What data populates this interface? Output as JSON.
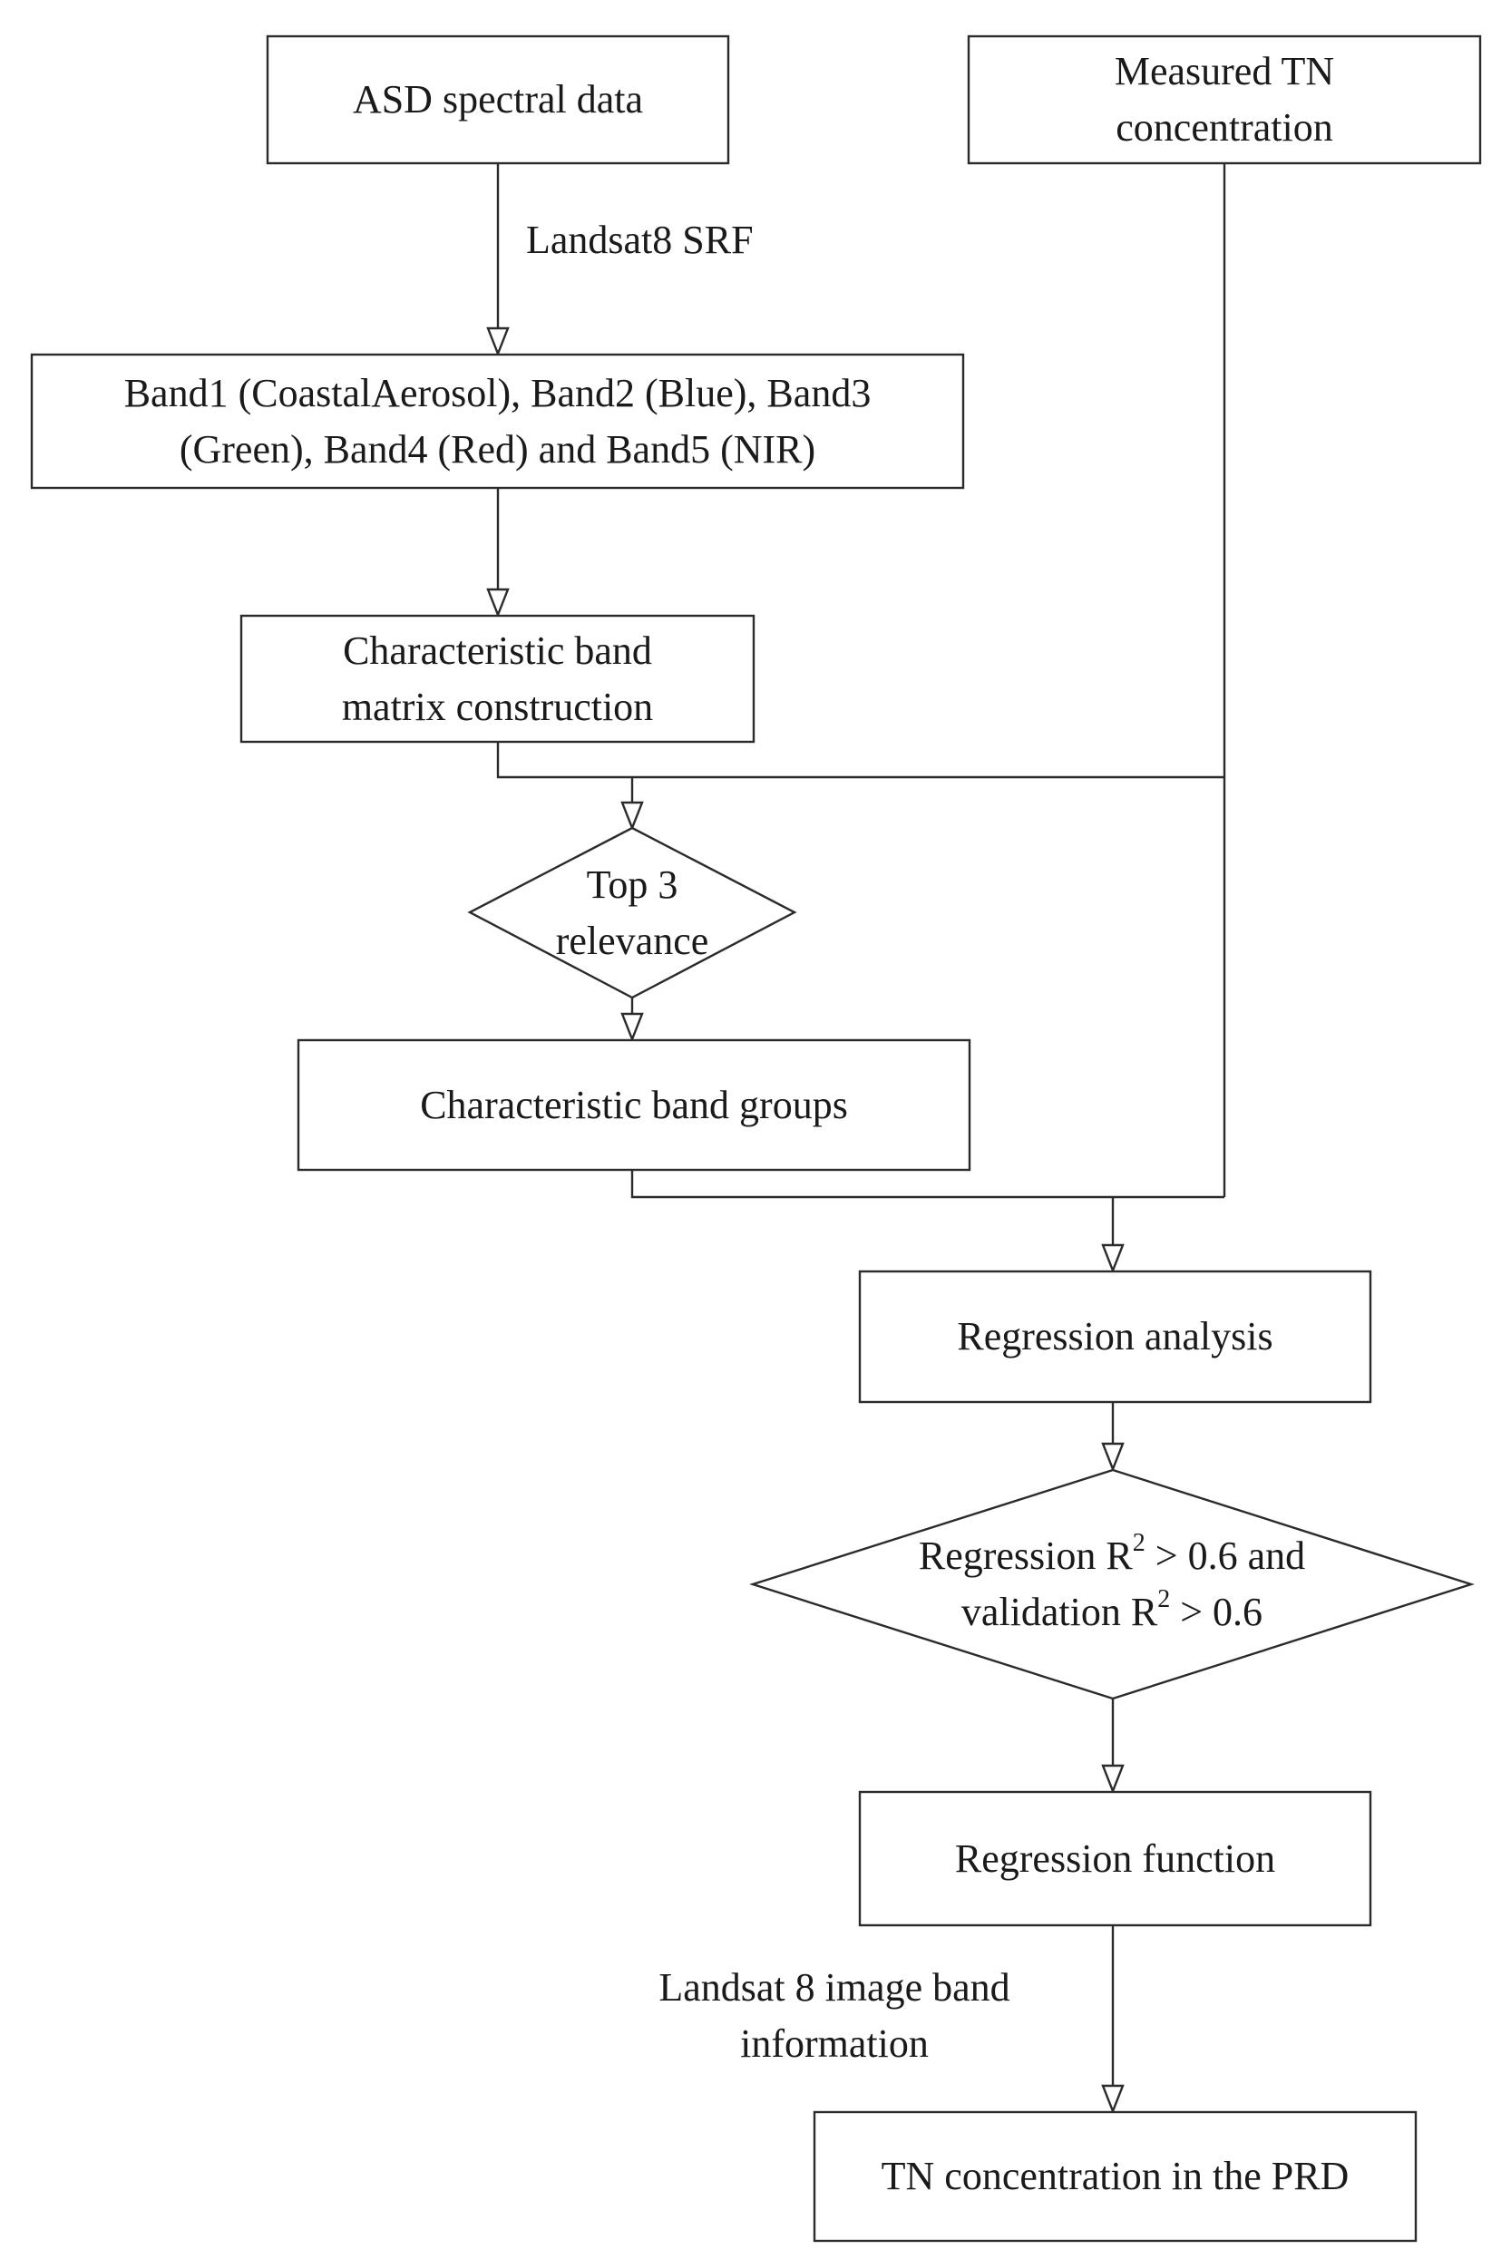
{
  "nodes": {
    "asd": "ASD spectral data",
    "measured_line1": "Measured TN",
    "measured_line2": "concentration",
    "bands_line1": "Band1 (CoastalAerosol), Band2 (Blue), Band3",
    "bands_line2": "(Green), Band4 (Red) and Band5 (NIR)",
    "matrix_line1": "Characteristic band",
    "matrix_line2": "matrix construction",
    "top3_line1": "Top 3",
    "top3_line2": "relevance",
    "groups": "Characteristic band groups",
    "regression_analysis": "Regression analysis",
    "criteria_line1_prefix": "Regression  R",
    "criteria_line1_sup": "2",
    "criteria_line1_suffix": " > 0.6 and",
    "criteria_line2_prefix": "validation R",
    "criteria_line2_sup": "2",
    "criteria_line2_suffix": " > 0.6",
    "regression_function": "Regression function",
    "output": "TN concentration in the PRD"
  },
  "edge_labels": {
    "srf": "Landsat8 SRF",
    "image_line1": "Landsat 8 image band",
    "image_line2": "information"
  }
}
